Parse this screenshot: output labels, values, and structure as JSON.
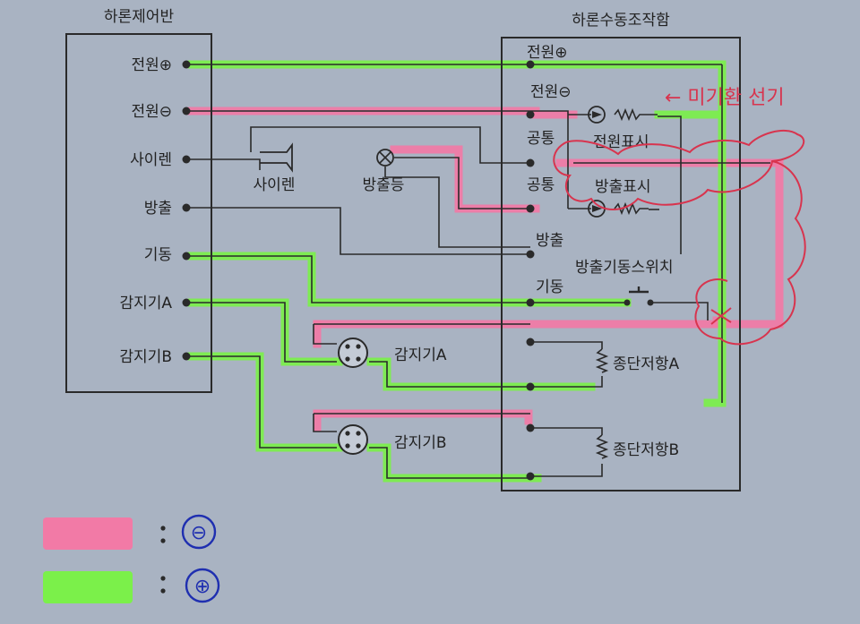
{
  "panel_left": {
    "title": "하론제어반",
    "terminals": [
      "전원⊕",
      "전원⊖",
      "사이렌",
      "방출",
      "기동",
      "감지기A",
      "감지기B"
    ]
  },
  "panel_right": {
    "title": "하론수동조작함",
    "terminals": [
      "전원⊕",
      "전원⊖",
      "공통",
      "공통",
      "방출",
      "기동"
    ],
    "indicator_power": "전원표시",
    "indicator_release": "방출표시",
    "switch": "방출기동스위치",
    "resistor_a": "종단저항A",
    "resistor_b": "종단저항B"
  },
  "devices": {
    "siren": "사이렌",
    "release_lamp": "방출등",
    "detector_a": "감지기A",
    "detector_b": "감지기B"
  },
  "annotation": "← 미기환 선기",
  "legend": [
    {
      "color": "#f27aa6",
      "symbol": "⊖"
    },
    {
      "color": "#7bf04a",
      "symbol": "⊕"
    }
  ],
  "colors": {
    "negative": "#f27aa6",
    "positive": "#7bf04a",
    "note": "#d8344e"
  }
}
